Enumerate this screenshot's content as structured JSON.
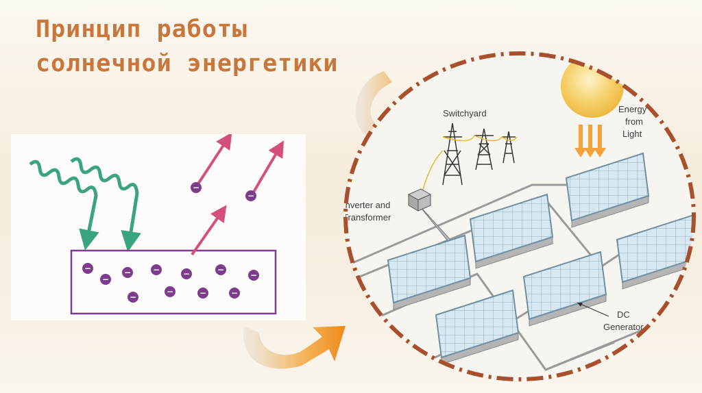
{
  "title": {
    "line1": "Принцип работы",
    "line2": "солнечной энергетики"
  },
  "photoelectric": {
    "electron_symbol": "−"
  },
  "solar_plant": {
    "labels": {
      "switchyard": "Switchyard",
      "energy_line1": "Energy",
      "energy_line2": "from",
      "energy_line3": "Light",
      "inverter_line1": "Inverter and",
      "inverter_line2": "Transformer",
      "dc_line1": "DC",
      "dc_line2": "Generator"
    }
  },
  "colors": {
    "title": "#c8763a",
    "wave": "#3aa57c",
    "electron": "#7d3d8c",
    "ejected_arrow": "#d4507a",
    "circle_border": "#a8502e",
    "pointer_arrow": "#f0a030",
    "panel": "#cfe3ef",
    "sun": "#f6cf66"
  }
}
